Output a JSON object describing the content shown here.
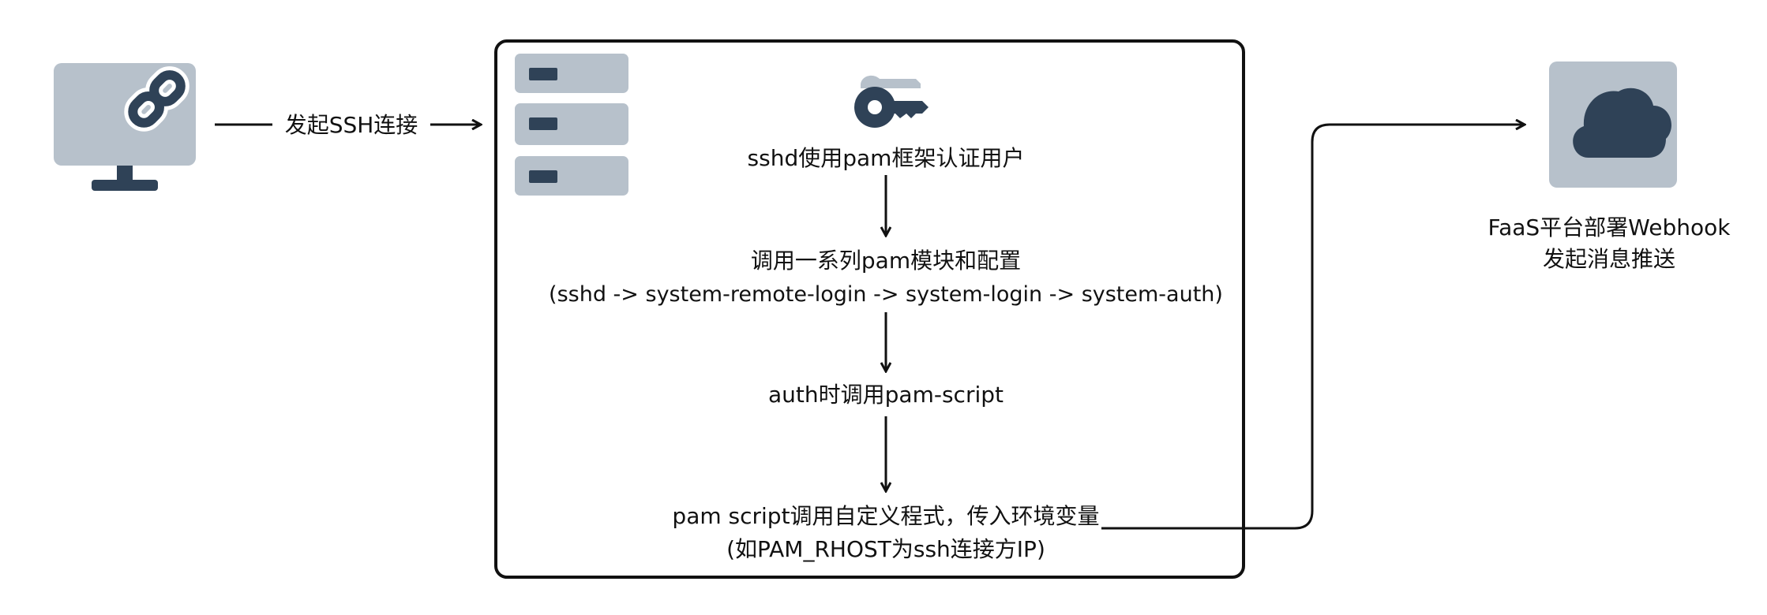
{
  "colors": {
    "icon_light": "#b7c1cb",
    "icon_dark": "#2f4257",
    "line": "#111111",
    "background": "#ffffff"
  },
  "client": {
    "icon": "monitor-link-icon",
    "arrow_label": "发起SSH连接"
  },
  "server": {
    "rack_icon": "server-rack-icon",
    "key_icon": "key-icon",
    "steps": [
      {
        "lines": [
          "sshd使用pam框架认证用户"
        ]
      },
      {
        "lines": [
          "调用一系列pam模块和配置",
          "(sshd -> system-remote-login -> system-login -> system-auth)"
        ]
      },
      {
        "lines": [
          "auth时调用pam-script"
        ]
      },
      {
        "lines": [
          "pam script调用自定义程式，传入环境变量",
          "(如PAM_RHOST为ssh连接方IP)"
        ]
      }
    ]
  },
  "faas": {
    "icon": "cloud-icon",
    "lines": [
      "FaaS平台部署Webhook",
      "发起消息推送"
    ]
  }
}
